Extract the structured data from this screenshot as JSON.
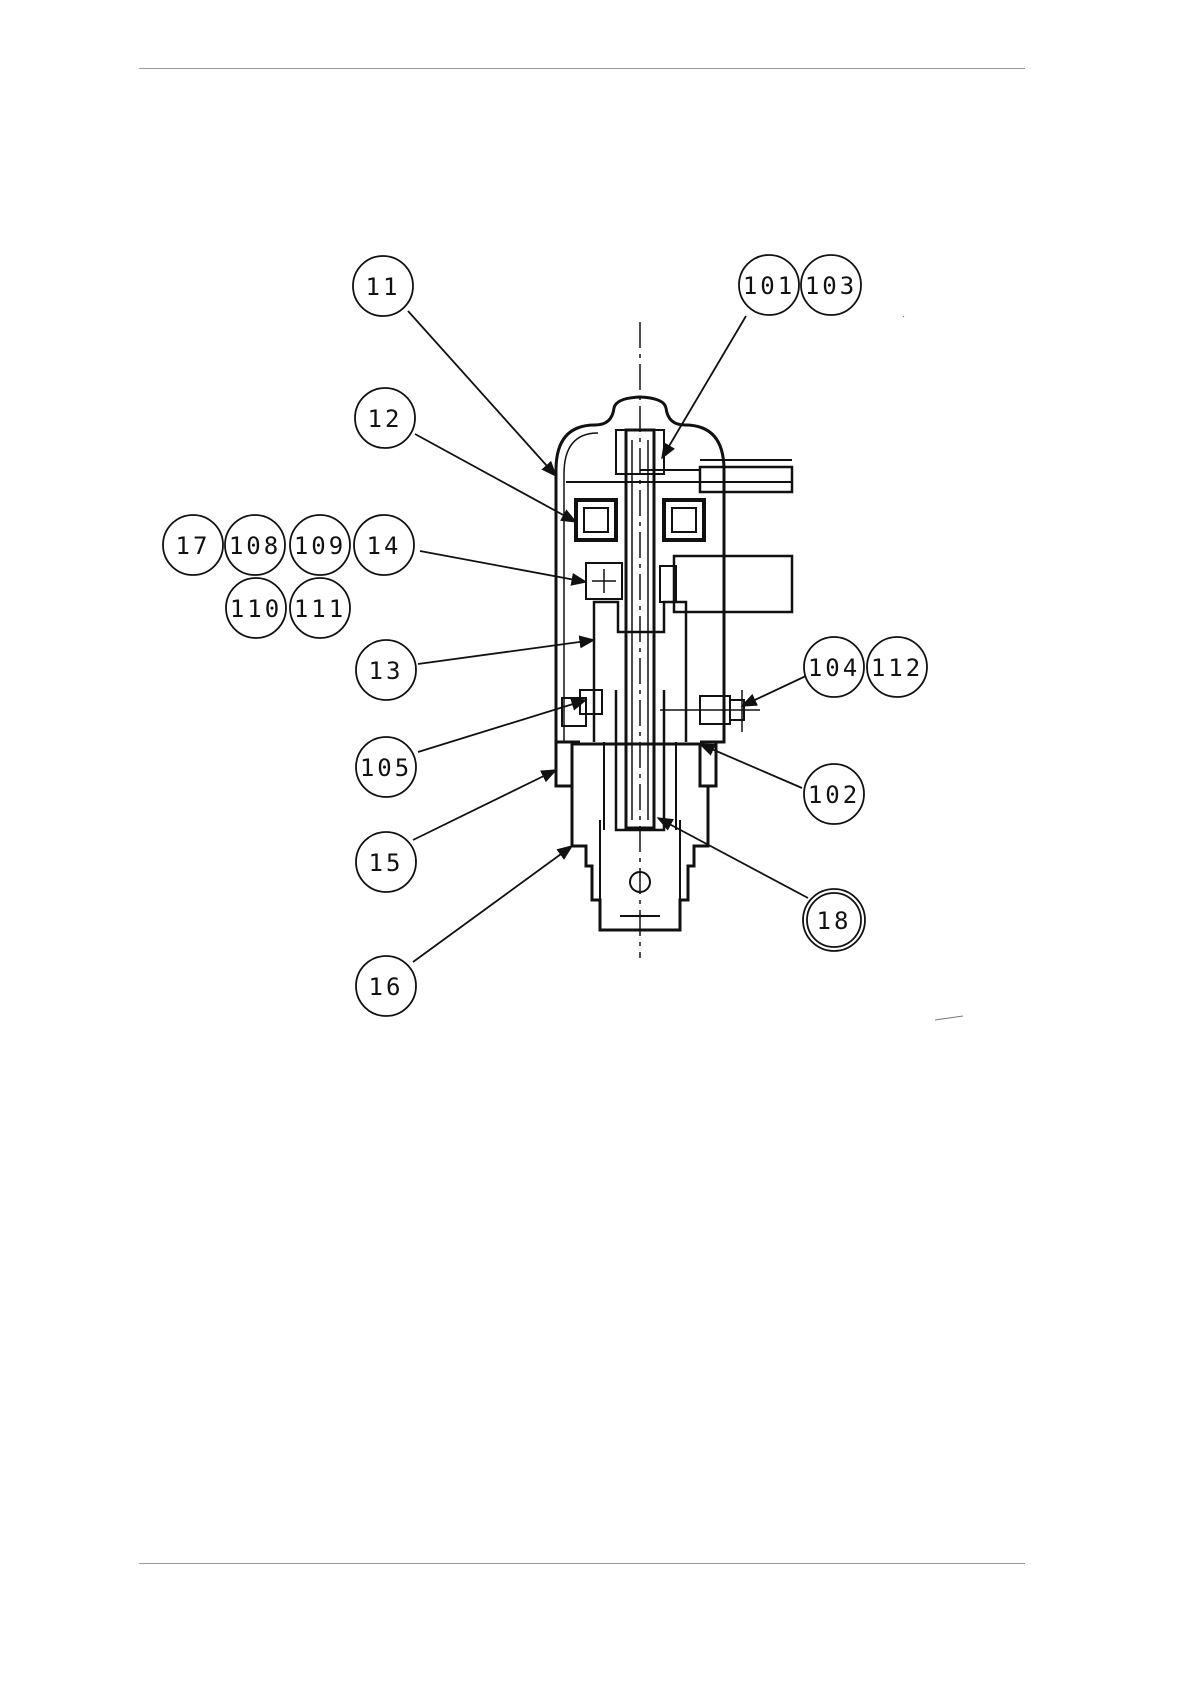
{
  "document": {
    "figure": {
      "callouts": [
        {
          "id": "c11",
          "label": "11"
        },
        {
          "id": "c101",
          "label": "101"
        },
        {
          "id": "c103",
          "label": "103"
        },
        {
          "id": "c12",
          "label": "12"
        },
        {
          "id": "c17",
          "label": "17"
        },
        {
          "id": "c108",
          "label": "108"
        },
        {
          "id": "c109",
          "label": "109"
        },
        {
          "id": "c14",
          "label": "14"
        },
        {
          "id": "c110",
          "label": "110"
        },
        {
          "id": "c111",
          "label": "111"
        },
        {
          "id": "c13",
          "label": "13"
        },
        {
          "id": "c104",
          "label": "104"
        },
        {
          "id": "c112",
          "label": "112"
        },
        {
          "id": "c105",
          "label": "105"
        },
        {
          "id": "c102",
          "label": "102"
        },
        {
          "id": "c15",
          "label": "15"
        },
        {
          "id": "c18",
          "label": "18"
        },
        {
          "id": "c16",
          "label": "16"
        }
      ]
    }
  }
}
